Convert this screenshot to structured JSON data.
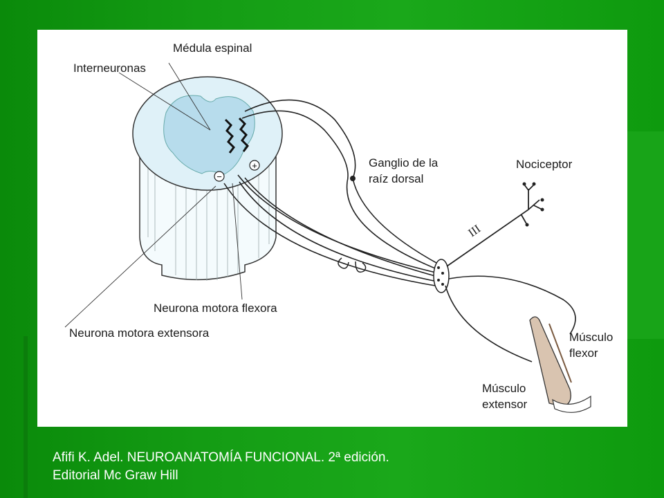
{
  "labels": {
    "medula": "Médula espinal",
    "interneuronas": "Interneuronas",
    "ganglio_1": "Ganglio de la",
    "ganglio_2": "raíz dorsal",
    "nociceptor": "Nociceptor",
    "fiber_class": "III",
    "flexora": "Neurona motora flexora",
    "extensora": "Neurona motora extensora",
    "musculo_flexor_1": "Músculo",
    "musculo_flexor_2": "flexor",
    "musculo_extensor_1": "Músculo",
    "musculo_extensor_2": "extensor",
    "minus": "−",
    "plus": "+"
  },
  "caption": {
    "line1": "Afifi K. Adel. NEUROANATOMÍA FUNCIONAL. 2ª edición.",
    "line2": "Editorial Mc Graw Hill"
  },
  "colors": {
    "background": "#149c14",
    "grey_matter": "#bfe3ef",
    "line": "#222222"
  }
}
